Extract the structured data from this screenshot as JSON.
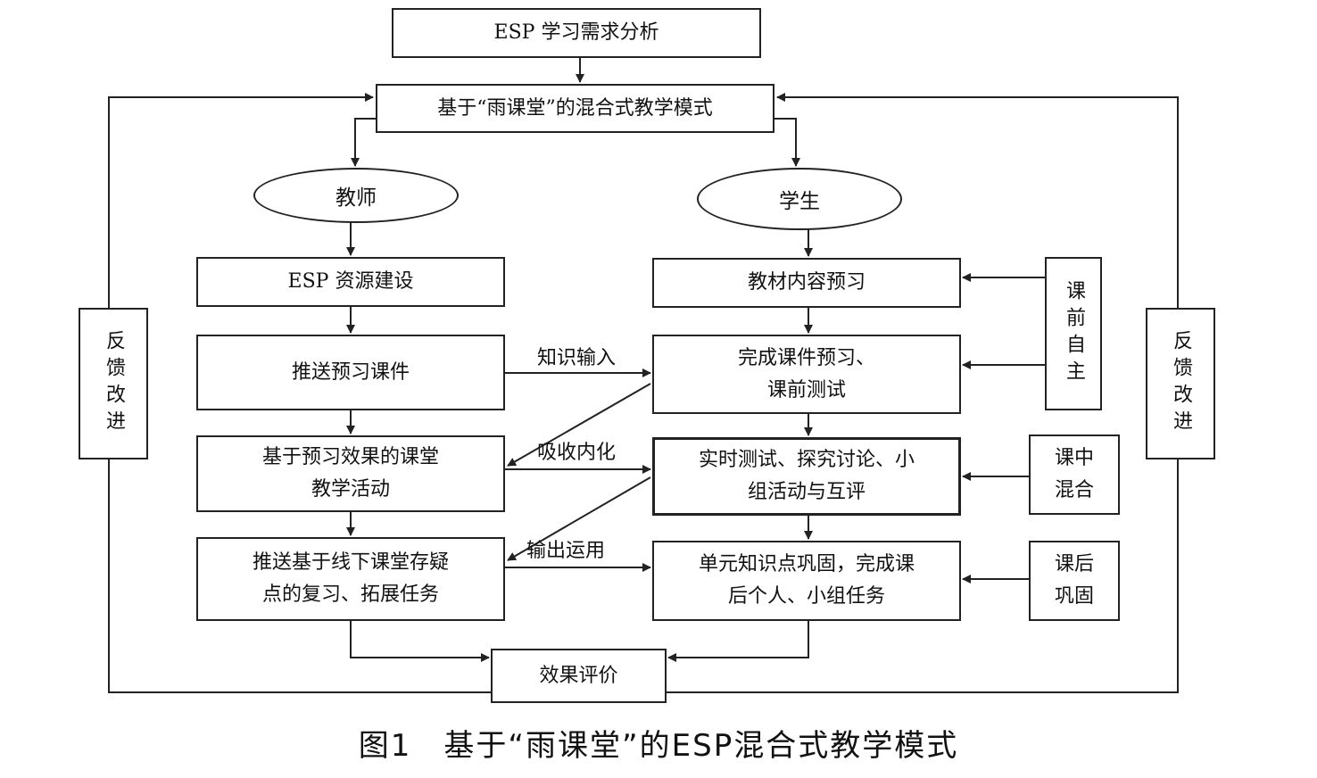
{
  "nodes": {
    "top": "ESP 学习需求分析",
    "model": "基于“雨课堂”的混合式教学模式",
    "teacher": "教师",
    "student": "学生",
    "t1": "ESP 资源建设",
    "t2": "推送预习课件",
    "t3_line1": "基于预习效果的课堂",
    "t3_line2": "教学活动",
    "t4_line1": "推送基于线下课堂存疑",
    "t4_line2": "点的复习、拓展任务",
    "s1": "教材内容预习",
    "s2_line1": "完成课件预习、",
    "s2_line2": "课前测试",
    "s3_line1": "实时测试、探究讨论、小",
    "s3_line2": "组活动与互评",
    "s4_line1": "单元知识点巩固，完成课",
    "s4_line2": "后个人、小组任务",
    "eval": "效果评价"
  },
  "side_boxes": {
    "pre": "课前自主",
    "in_line1": "课中",
    "in_line2": "混合",
    "post_line1": "课后",
    "post_line2": "巩固",
    "feedback_left": "反馈改进",
    "feedback_right": "反馈改进"
  },
  "edge_labels": {
    "knowledge_input": "知识输入",
    "absorb": "吸收内化",
    "output": "输出运用"
  },
  "caption": "图1　基于“雨课堂”的ESP混合式教学模式"
}
